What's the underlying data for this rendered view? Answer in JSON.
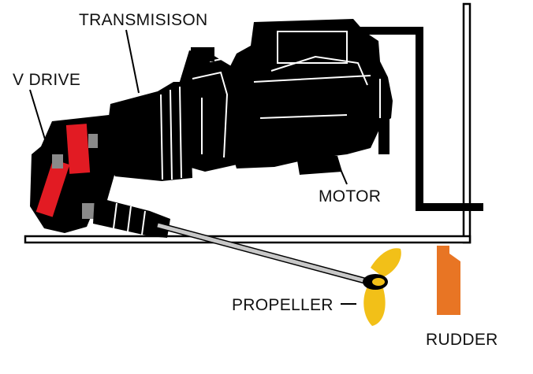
{
  "labels": {
    "transmission": "TRANSMISISON",
    "v_drive": "V DRIVE",
    "motor": "MOTOR",
    "propeller": "PROPELLER",
    "rudder": "RUDDER"
  },
  "colors": {
    "machine": "#000000",
    "gear": "#e21b23",
    "gear_gray": "#8a8a8a",
    "shaft": "#c8c8c8",
    "propeller": "#f2c018",
    "rudder": "#e87524",
    "hull": "#000000"
  }
}
